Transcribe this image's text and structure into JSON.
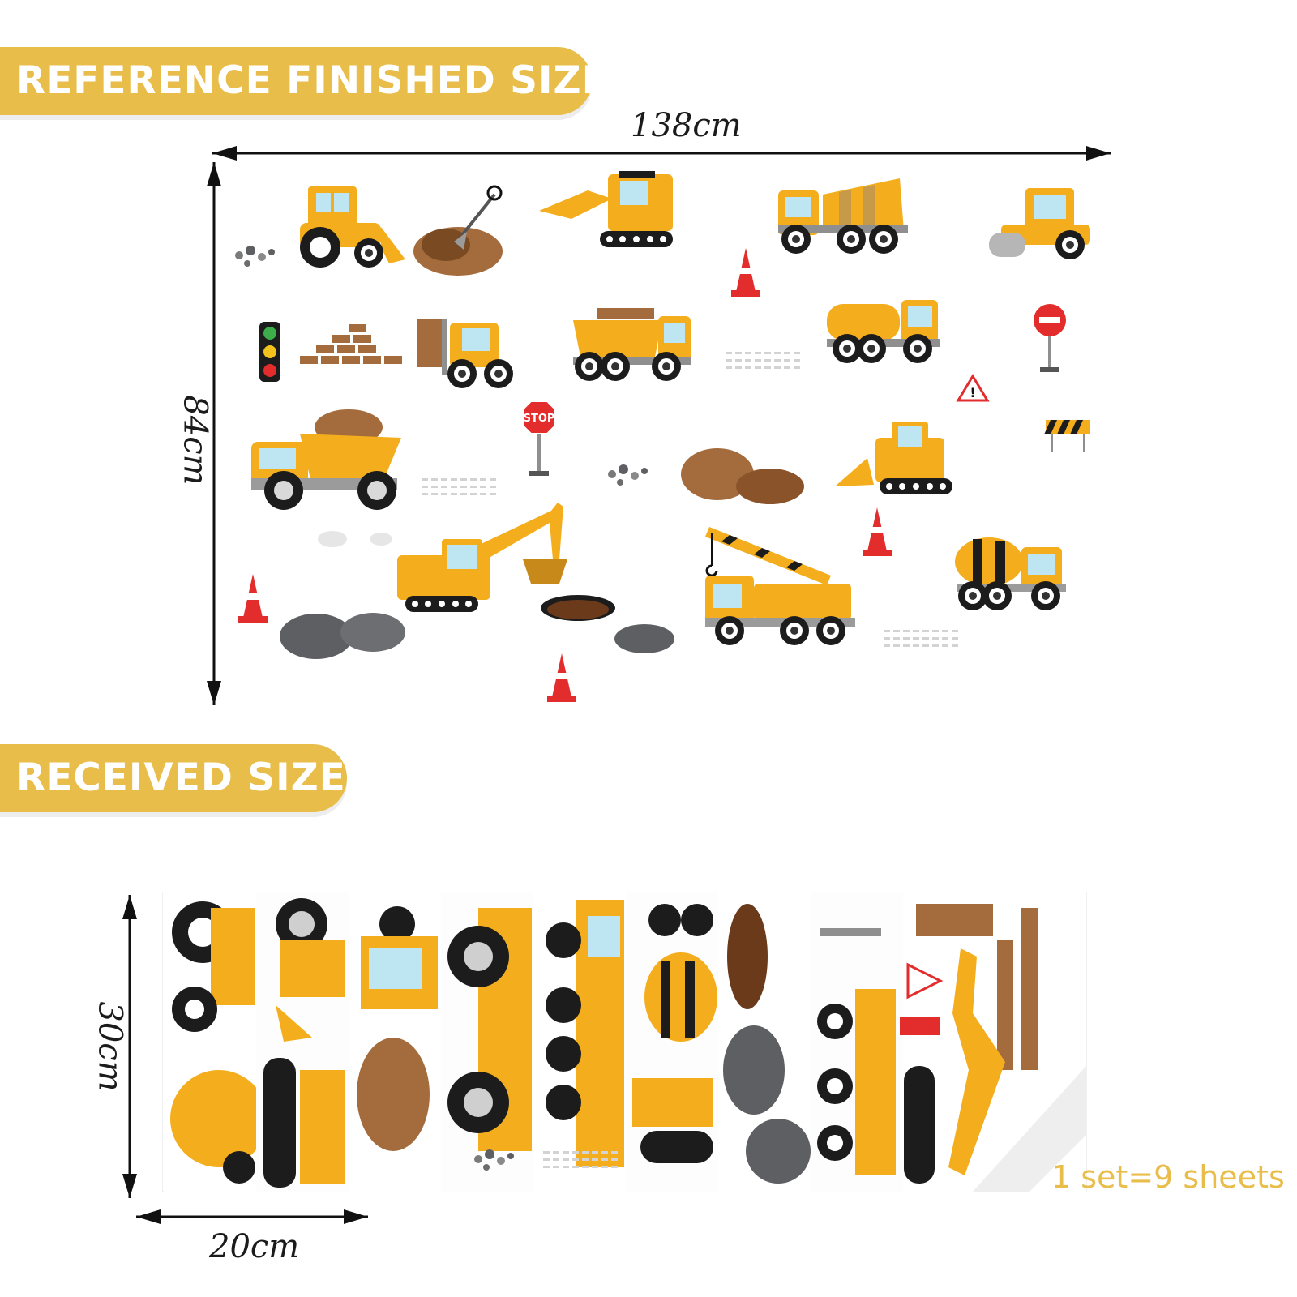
{
  "banners": {
    "reference": "REFERENCE FINISHED SIZE:",
    "received": "RECEIVED SIZE:"
  },
  "reference_dimensions": {
    "width": "138cm",
    "height": "84cm"
  },
  "received_dimensions": {
    "height": "30cm",
    "width": "20cm"
  },
  "set_note": "1 set=9 sheets",
  "sign_text": {
    "stop": "STOP",
    "warning": "!"
  },
  "colors": {
    "banner": "#e8bd4a",
    "vehicle_yellow": "#f4ad1c",
    "dirt_brown": "#a46b3c",
    "rock_gray": "#5e5f62",
    "cone_red": "#e32c2c",
    "window_blue": "#bde5f2"
  },
  "sticker_items": [
    "tractor-icon",
    "shovel-dirt-icon",
    "excavator-icon",
    "cement-mixer-icon",
    "road-roller-icon",
    "traffic-cone-icon",
    "traffic-light-icon",
    "brick-pile-icon",
    "forklift-icon",
    "loaded-dump-truck-icon",
    "tanker-truck-icon",
    "no-entry-sign-icon",
    "warning-triangle-icon",
    "dump-truck-icon",
    "stop-sign-icon",
    "bulldozer-icon",
    "barrier-icon",
    "mobile-crane-icon",
    "mixer-truck-icon",
    "hole-icon",
    "rock-pile-icon"
  ],
  "sheet_count": 9
}
